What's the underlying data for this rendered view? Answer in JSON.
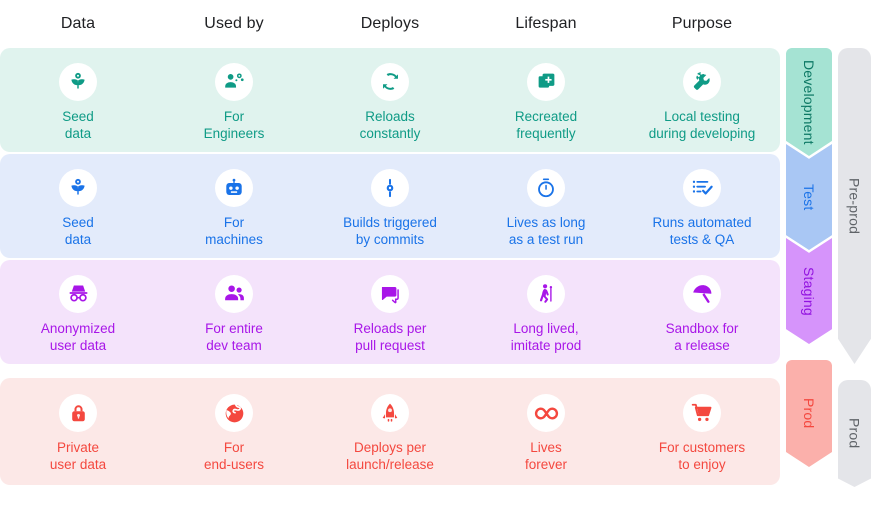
{
  "header": {
    "columns": [
      "Data",
      "Used by",
      "Deploys",
      "Lifespan",
      "Purpose"
    ]
  },
  "colors": {
    "development_accent": "#0f9b86",
    "development_bg": "#e0f3ee",
    "development_arrow": "#a5e3d3",
    "test_accent": "#1a73e8",
    "test_bg": "#e3ebfb",
    "test_arrow": "#a9c7f4",
    "staging_accent": "#a816e8",
    "staging_bg": "#f4e3fb",
    "staging_arrow": "#d694fb",
    "prod_accent": "#f4483f",
    "prod_bg": "#fce8e7",
    "prod_arrow": "#fbb0ab",
    "group_bg": "#e4e5e9",
    "header_text": "#202124"
  },
  "rows": [
    {
      "stage": "Development",
      "cells": [
        {
          "icon": "seed-flower-icon",
          "label": "Seed\ndata"
        },
        {
          "icon": "engineer-person-gear-icon",
          "label": "For\nEngineers"
        },
        {
          "icon": "refresh-sync-icon",
          "label": "Reloads\nconstantly"
        },
        {
          "icon": "copy-add-icon",
          "label": "Recreated\nfrequently"
        },
        {
          "icon": "wrench-icon",
          "label": "Local testing\nduring developing"
        }
      ]
    },
    {
      "stage": "Test",
      "cells": [
        {
          "icon": "seed-flower-icon",
          "label": "Seed\ndata"
        },
        {
          "icon": "robot-icon",
          "label": "For\nmachines"
        },
        {
          "icon": "commit-node-icon",
          "label": "Builds triggered\nby commits"
        },
        {
          "icon": "stopwatch-icon",
          "label": "Lives as long\nas a test run"
        },
        {
          "icon": "checklist-icon",
          "label": "Runs automated\ntests & QA"
        }
      ]
    },
    {
      "stage": "Staging",
      "cells": [
        {
          "icon": "incognito-icon",
          "label": "Anonymized\nuser data"
        },
        {
          "icon": "people-group-icon",
          "label": "For entire\ndev team"
        },
        {
          "icon": "chat-bubbles-icon",
          "label": "Reloads per\npull request"
        },
        {
          "icon": "elderly-person-icon",
          "label": "Long lived,\nimitate prod"
        },
        {
          "icon": "beach-umbrella-icon",
          "label": "Sandbox for\na release"
        }
      ]
    },
    {
      "stage": "Prod",
      "cells": [
        {
          "icon": "lock-icon",
          "label": "Private\nuser data"
        },
        {
          "icon": "globe-icon",
          "label": "For\nend-users"
        },
        {
          "icon": "rocket-icon",
          "label": "Deploys per\nlaunch/release"
        },
        {
          "icon": "infinity-icon",
          "label": "Lives\nforever"
        },
        {
          "icon": "shopping-cart-icon",
          "label": "For customers\nto enjoy"
        }
      ]
    }
  ],
  "stage_arrows": [
    {
      "label": "Development"
    },
    {
      "label": "Test"
    },
    {
      "label": "Staging"
    },
    {
      "label": "Prod"
    }
  ],
  "groups": [
    {
      "label": "Pre-prod"
    },
    {
      "label": "Prod"
    }
  ]
}
